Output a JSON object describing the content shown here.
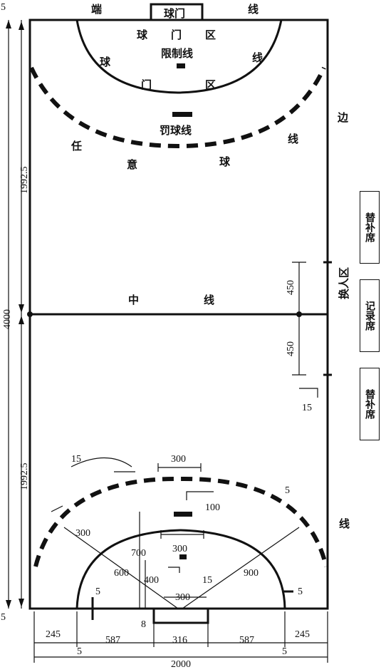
{
  "court": {
    "goal": "球门",
    "end_line": [
      "端",
      "线"
    ],
    "goal_area": [
      "球",
      "门",
      "区"
    ],
    "restraining_line": "限制线",
    "goal_area_arc": [
      "球",
      "线",
      "门",
      "区"
    ],
    "free_throw_line": "罚球线",
    "free_throw_arc": [
      "任",
      "意",
      "球",
      "线"
    ],
    "side_line": [
      "边",
      "线"
    ],
    "center_line": [
      "中",
      "线"
    ],
    "substitution_zone": "换人区"
  },
  "benches": {
    "top": "替补席",
    "middle": "记录席",
    "bottom": "替补席"
  },
  "dimensions": {
    "top_corner": "5",
    "bottom_corner": "5",
    "half_top": "1992.5",
    "half_bottom": "1992.5",
    "total_length": "4000",
    "sub_top": "450",
    "sub_bottom": "450",
    "sub_mark": "15",
    "arc_mark": "15",
    "free_throw_mark_top": "300",
    "goal_line_right": "5",
    "mark_100": "100",
    "d_300": "300",
    "d_700": "700",
    "d_600": "600",
    "d_400": "400",
    "d_15": "15",
    "d_900": "900",
    "d_goal_300": "300",
    "d_goal_8": "8",
    "d_post_left": "5",
    "d_post_right": "5",
    "bottom_245_left": "245",
    "bottom_587_left": "587",
    "bottom_316": "316",
    "bottom_587_right": "587",
    "bottom_245_right": "245",
    "bottom_5_left": "5",
    "bottom_5_right": "5",
    "total_width": "2000"
  }
}
